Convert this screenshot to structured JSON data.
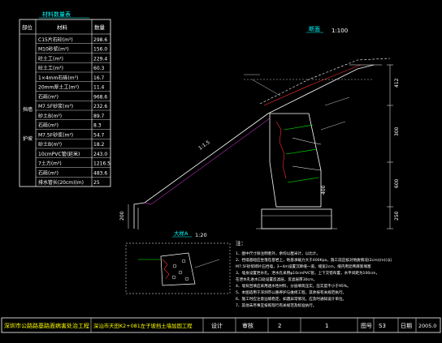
{
  "table": {
    "title": "材料数量表",
    "headers": [
      "部位",
      "材料",
      "数量"
    ],
    "rows": [
      {
        "part": "",
        "material": "C15片石砼(m³)",
        "qty": "298.6"
      },
      {
        "part": "",
        "material": "M10砂浆(m³)",
        "qty": "156.0"
      },
      {
        "part": "",
        "material": "砼土工(m³)",
        "qty": "229.4"
      },
      {
        "part": "",
        "material": "砼土工(m³)",
        "qty": "60.3"
      },
      {
        "part": "",
        "material": "1×4mm石砾(m³)",
        "qty": "16.7"
      },
      {
        "part": "",
        "material": "20mm厚土工(m²)",
        "qty": "11.4"
      },
      {
        "part": "挡墙",
        "material": "石砾(m³)",
        "qty": "968.6"
      },
      {
        "part": "",
        "material": "M7.5F砂浆(m³)",
        "qty": "232.6"
      },
      {
        "part": "",
        "material": "砂土B(m³)",
        "qty": "89.7"
      },
      {
        "part": "",
        "material": "石砾(m³)",
        "qty": "8.3"
      },
      {
        "part": "",
        "material": "M7.5F砂浆(m³)",
        "qty": "54.7"
      },
      {
        "part": "",
        "material": "砂土B(m³)",
        "qty": "18.2"
      },
      {
        "part": "",
        "material": "10cmPVC管(延米)",
        "qty": "243.0"
      },
      {
        "part": "",
        "material": "7土方(m³)",
        "qty": "1216.5"
      },
      {
        "part": "",
        "material": "石砾(m³)",
        "qty": "483.6"
      },
      {
        "part": "",
        "material": "排水管长(20cm)(m)",
        "qty": "25"
      }
    ],
    "side_labels": [
      "挡墙",
      "护坡"
    ]
  },
  "section": {
    "title": "断面",
    "scale": "1:100",
    "slope": "1:1.5",
    "dims": [
      "300",
      "600",
      "400",
      "250",
      "412",
      "200"
    ]
  },
  "detail": {
    "title": "大样A",
    "scale": "1:20"
  },
  "notes": {
    "heading": "注：",
    "items": [
      "1、图中尺寸除注明者外，余均以厘米计，以比计。",
      "2、挡墙基础应坐落在基岩上，地基承载力大于400Kpa，施工前应核对地质情况(2cm)(m)(以)",
      "   M7.5F砂浆砌片石挡墙，3~4m设置沉降缝一道，缝宽2cm，缝内用沥青麻絮填塞",
      "3、墙身设置泄水孔，泄水孔采用φ10cmPVC管，上下交错布置，水平间距为100cm，",
      "   在泄水孔进水口处设置反滤层，反滤层厚30cm。",
      "4、墙背回填应采用透水性材料，分层填筑压实，压实度不小于95%。",
      "5、本图适用于深圳市公路养护与维修工程，其余按有关规范执行。",
      "6、施工时应注意边坡稳定，如遇异常情况，应及时通知设计单位。",
      "7、其他未尽事宜按照现行有关规范及标准执行。"
    ]
  },
  "title_block": {
    "project": "深圳市公路路基路面病害处治工程",
    "drawing": "深汕市天田K2+081左子坡挡土墙加固工程",
    "designer_label": "设计",
    "checker_label": "审核",
    "check_value": "2",
    "version": "1",
    "sheet_label": "图号",
    "sheet_no": "S3",
    "date_label": "日期",
    "date": "2005.0"
  },
  "colors": {
    "background": "#000000",
    "frame": "#ffffff",
    "accent": "#00ffff",
    "title": "#ffff00",
    "green": "#00ff00",
    "red": "#ff3030",
    "magenta": "#ff40ff",
    "line": "#ffffff"
  }
}
